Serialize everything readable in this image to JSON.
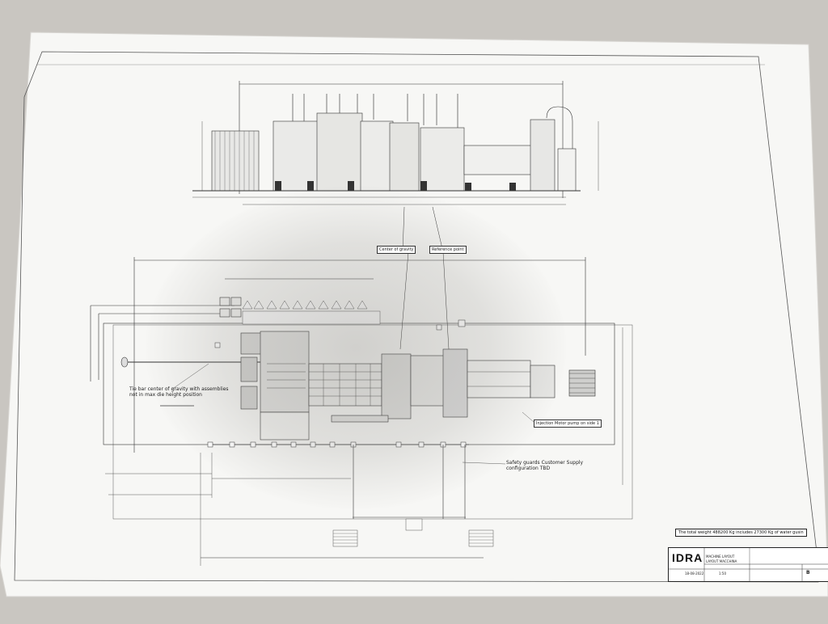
{
  "drawing": {
    "callouts": {
      "center_of_gravity": "Center of gravity",
      "reference_point": "Reference point",
      "tie_bar_note_line1": "Tie bar center of gravity with assemblies",
      "tie_bar_note_line2": "not in max die height position",
      "injection_motor_pump": "Injection Motor pump on side 1",
      "safety_guards_line1": "Safety guards Customer Supply",
      "safety_guards_line2": "configuration TBD"
    },
    "weight_note": "The total weight 488200 Kg includes 27300 Kg of water gusin",
    "title_block": {
      "logo": "IDRA",
      "drawing_title_1": "MACHINE LAYOUT",
      "drawing_title_2": "LAYOUT MACCHINA",
      "date": "18-08-2022",
      "scale": "1:50",
      "revision": "B"
    }
  }
}
